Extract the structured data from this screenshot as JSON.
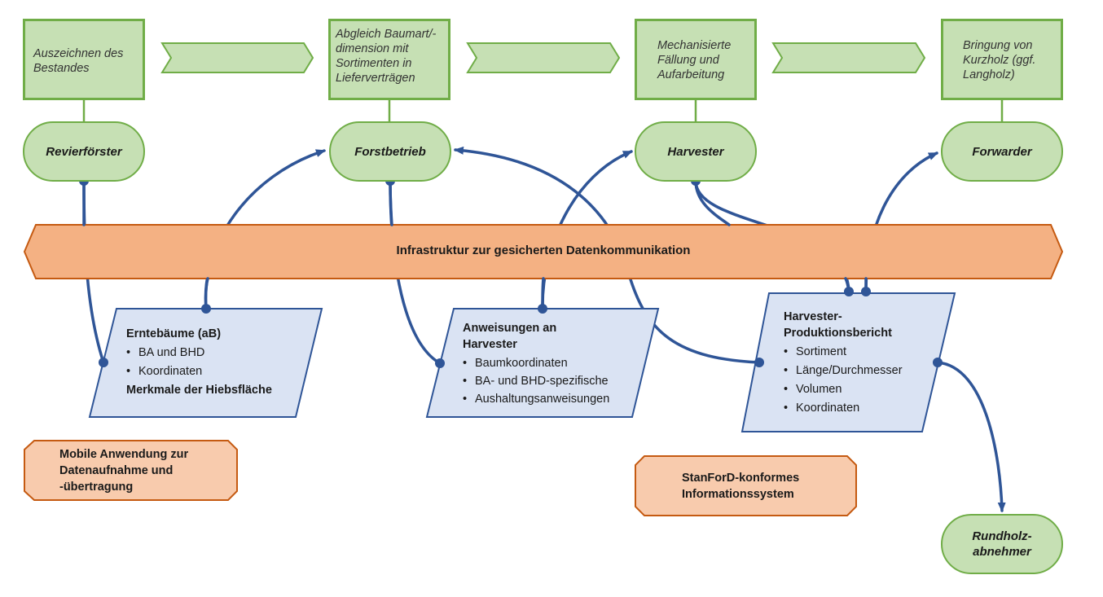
{
  "process_steps": [
    {
      "label": "Auszeichnen des Bestandes"
    },
    {
      "label": "Abgleich Baumart/-dimension mit Sortimenten in Lieferverträgen"
    },
    {
      "label": "Mechanisierte Fällung und Aufarbeitung"
    },
    {
      "label": "Bringung von Kurzholz (ggf. Langholz)"
    }
  ],
  "step_lines": {
    "s1": [
      "Auszeichnen des",
      "Bestandes"
    ],
    "s2": [
      "Abgleich Baumart/-",
      "dimension mit",
      "Sortimenten in",
      "Lieferverträgen"
    ],
    "s3": [
      "Mechanisierte",
      "Fällung und",
      "Aufarbeitung"
    ],
    "s4": [
      "Bringung von",
      "Kurzholz (ggf.",
      "Langholz)"
    ]
  },
  "actors": {
    "revierfoerster": "Revierförster",
    "forstbetrieb": "Forstbetrieb",
    "harvester": "Harvester",
    "forwarder": "Forwarder",
    "rundholz": [
      "Rundholz-",
      "abnehmer"
    ]
  },
  "infrastructure": {
    "label": "Infrastruktur zur gesicherten Datenkommunikation"
  },
  "data_objects": {
    "erntebaeume": {
      "title": "Erntebäume (aB)",
      "items": [
        "BA und BHD",
        "Koordinaten"
      ],
      "footer": "Merkmale der Hiebsfläche"
    },
    "anweisungen": {
      "title": [
        "Anweisungen an",
        "Harvester"
      ],
      "items": [
        "Baumkoordinaten",
        "BA- und BHD-spezifische",
        "Aushaltungsanweisungen"
      ]
    },
    "bericht": {
      "title": [
        "Harvester-",
        "Produktionsbericht"
      ],
      "items": [
        "Sortiment",
        "Länge/Durchmesser",
        "Volumen",
        "Koordinaten"
      ]
    }
  },
  "tools": {
    "mobile": [
      "Mobile Anwendung zur",
      "Datenaufnahme und",
      "-übertragung"
    ],
    "stanford": [
      "StanForD-konformes",
      "Informationssystem"
    ]
  },
  "colors": {
    "step_fill": "#c6e0b4",
    "step_border": "#70ad47",
    "band_fill": "#f4b183",
    "band_border": "#c55a11",
    "tool_fill": "#f8cbad",
    "data_fill": "#dae3f3",
    "data_border": "#2f5597",
    "connector": "#2f5597"
  }
}
